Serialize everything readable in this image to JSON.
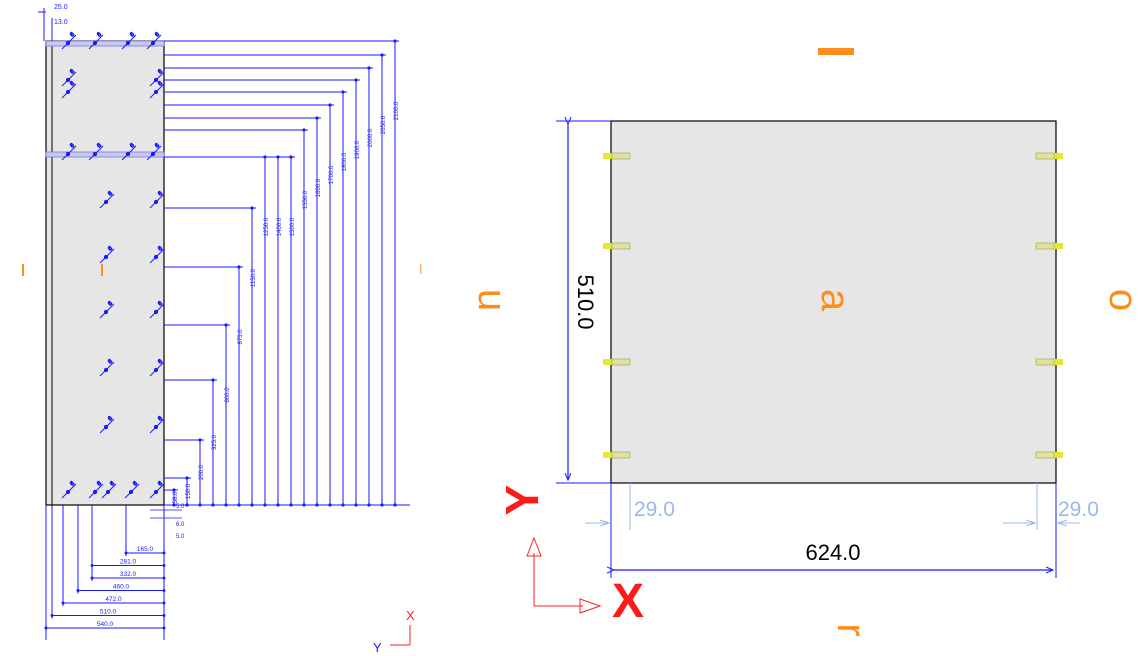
{
  "left_view": {
    "top_offsets": [
      "25.0",
      "13.0"
    ],
    "right_dims": [
      "58.0",
      "150.0",
      "200.0",
      "325.0",
      "600.0",
      "875.0",
      "1150.0",
      "1250.0",
      "1400.0",
      "1500.0",
      "1550.0",
      "1600.0",
      "1700.0",
      "1800.0",
      "1900.0",
      "2000.0",
      "2050.0",
      "2100.0"
    ],
    "bottom_dims": [
      "165.0",
      "281.0",
      "332.0",
      "460.0",
      "472.0",
      "510.0",
      "540.0"
    ],
    "small_dims": [
      "5.0",
      "6.0",
      "5.0"
    ],
    "hole_label": "6",
    "axis_x": "X",
    "axis_y": "Y"
  },
  "right_view": {
    "height_dim": "510.0",
    "width_dim": "624.0",
    "left_offset": "29.0",
    "right_offset": "29.0",
    "center_label": "a",
    "top_label": "l",
    "bottom_label": "r",
    "left_label": "u",
    "right_label": "o",
    "axis_x": "X",
    "axis_y": "Y"
  }
}
